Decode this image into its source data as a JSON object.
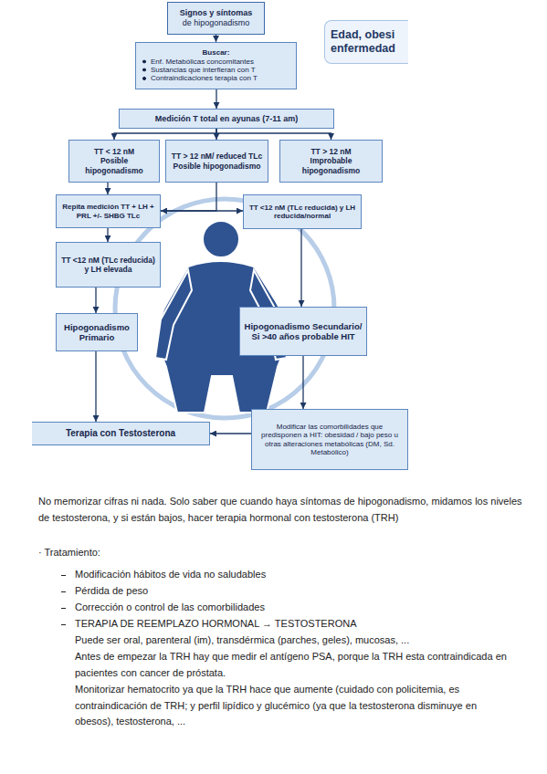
{
  "diagram": {
    "nodes": [
      {
        "text": [
          "Signos y síntomas",
          "de hipogonadismo"
        ]
      },
      {
        "text": [
          "Buscar:",
          "Enf. Metabólicas concomitantes",
          "Sustancias que interfieran con T",
          "Contraindicaciones terapia con T"
        ]
      },
      {
        "text": [
          "Medición T total en ayunas (7-11 am)"
        ]
      },
      {
        "text": [
          "TT < 12 nM",
          "Posible hipogonadismo"
        ]
      },
      {
        "text": [
          "TT > 12 nM/ reduced TLc",
          "Posible hipogonadismo"
        ]
      },
      {
        "text": [
          "TT > 12 nM",
          "Improbable hipogonadismo"
        ]
      },
      {
        "text": [
          "Repita medición TT + LH + PRL +/- SHBG TLc"
        ]
      },
      {
        "text": [
          "TT <12 nM (TLc reducida) y LH reducida/normal"
        ]
      },
      {
        "text": [
          "TT <12 nM (TLc reducida) y LH elevada"
        ]
      },
      {
        "text": [
          "Hipogonadismo Secundario/ Si >40 años probable HIT"
        ]
      },
      {
        "text": [
          "Hipogonadismo Primario"
        ]
      },
      {
        "text": [
          "Terapia con Testosterona"
        ]
      },
      {
        "text": [
          "Modificar las comorbilidades que predisponen a HIT: obesidad / bajo peso u otras alteraciones metabólicas (DM, Sd. Metabólico)"
        ]
      },
      {
        "text": [
          "Edad, obesi enfermedad"
        ]
      }
    ],
    "edges": [
      {
        "from": 0,
        "to": 1,
        "arrow": "to"
      },
      {
        "from": 1,
        "to": 2,
        "arrow": "to"
      },
      {
        "from": 2,
        "to": 3,
        "arrow": "to"
      },
      {
        "from": 2,
        "to": 4,
        "arrow": "to"
      },
      {
        "from": 2,
        "to": 5,
        "arrow": "to"
      },
      {
        "from": 3,
        "to": 6,
        "arrow": "to"
      },
      {
        "from": 4,
        "to": 6,
        "arrow": "to"
      },
      {
        "from": 6,
        "to": 7,
        "arrow": "to"
      },
      {
        "from": 6,
        "to": 8,
        "arrow": "to"
      },
      {
        "from": 7,
        "to": 9,
        "arrow": "to"
      },
      {
        "from": 8,
        "to": 10,
        "arrow": "to"
      },
      {
        "from": 10,
        "to": 11,
        "arrow": "to"
      },
      {
        "from": 9,
        "to": 12,
        "arrow": "to"
      },
      {
        "from": 12,
        "to": 11,
        "arrow": "to"
      }
    ],
    "labels": [
      "No memorizar cifras ni nada. Solo saber que cuando haya síntomas de hipogonadismo, midamos los niveles de testosterona, y si están bajos, hacer terapia hormonal con testosterona (TRH)",
      "· Tratamiento:",
      "Modificación hábitos de vida no saludables",
      "Pérdida de peso",
      "Corrección o control de las comorbilidades",
      "TERAPIA DE REEMPLAZO HORMONAL → TESTOSTERONA",
      "Puede ser oral, parenteral (im), transdérmica (parches, geles), mucosas, ...",
      "Antes de empezar la TRH hay que medir el antígeno PSA, porque la TRH esta contraindicada en pacientes con cancer de próstata.",
      "Monitorizar hematocrito ya que la TRH hace que aumente (cuidado con policitemia, es contraindicación de TRH; y perfil lipídico y glucémico (ya que la testosterona disminuye en obesos), testosterona, ..."
    ]
  }
}
